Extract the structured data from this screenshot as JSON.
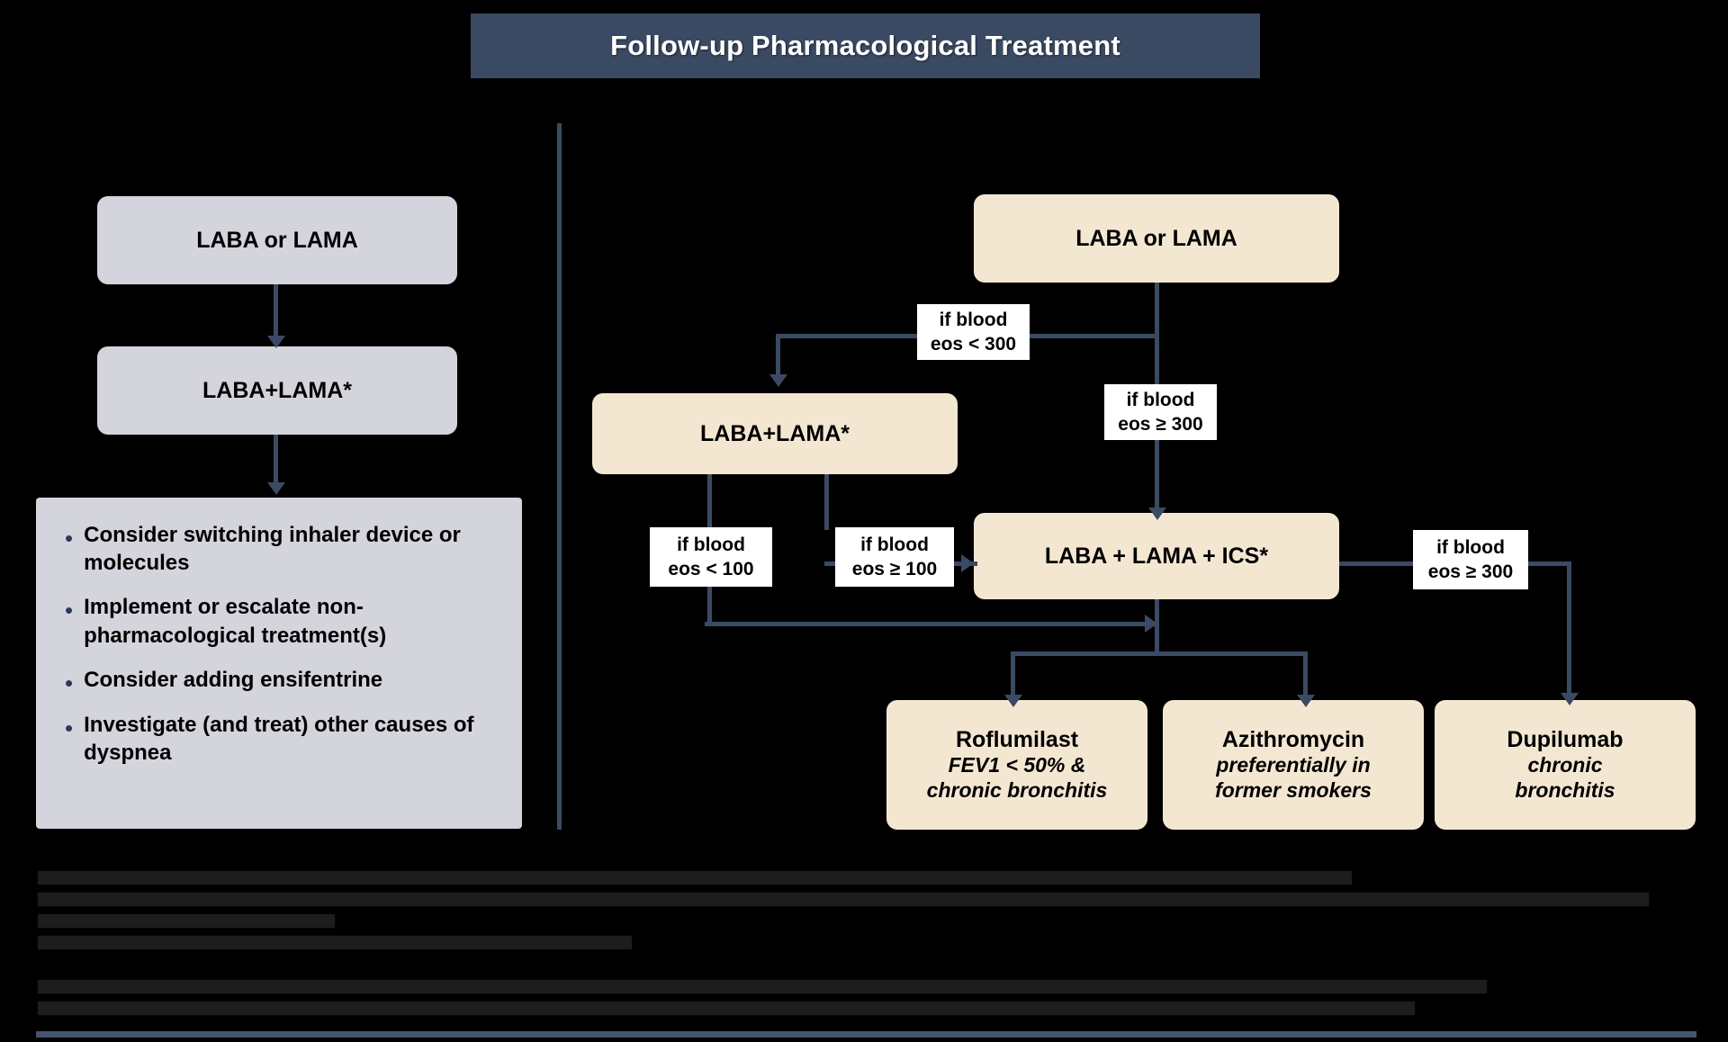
{
  "header": {
    "title": "Follow-up Pharmacological Treatment",
    "bar_color": "#3b4a63"
  },
  "colors": {
    "gray_box": "#d3d4dc",
    "cream_box": "#f4e7d2",
    "connector": "#3b4a63",
    "bullet": "#2b3a5c",
    "background": "#000000",
    "label_bg": "#ffffff"
  },
  "left_pathway": {
    "name": "dyspnea-pathway",
    "step1": {
      "label": "LABA or LAMA"
    },
    "step2": {
      "label": "LABA+LAMA*"
    },
    "recommendations": [
      "Consider switching inhaler device or molecules",
      "Implement or escalate non-pharmacological treatment(s)",
      "Consider adding ensifentrine",
      "Investigate (and treat) other causes of dyspnea"
    ]
  },
  "right_pathway": {
    "name": "exacerbations-pathway",
    "step1": {
      "label": "LABA or LAMA"
    },
    "step_dual": {
      "label": "LABA+LAMA*"
    },
    "step_triple": {
      "label": "LABA + LAMA + ICS*"
    },
    "conditions": {
      "eos_lt_300": {
        "line1": "if blood",
        "line2": "eos < 300"
      },
      "eos_gte_300_top": {
        "line1": "if blood",
        "line2": "eos ≥ 300"
      },
      "eos_lt_100": {
        "line1": "if blood",
        "line2": "eos < 100"
      },
      "eos_gte_100": {
        "line1": "if blood",
        "line2": "eos ≥ 100"
      },
      "eos_gte_300_right": {
        "line1": "if blood",
        "line2": "eos ≥ 300"
      }
    },
    "outcomes": [
      {
        "name": "roflumilast",
        "title": "Roflumilast",
        "sub_line1": "FEV1 < 50% &",
        "sub_line2": "chronic bronchitis"
      },
      {
        "name": "azithromycin",
        "title": "Azithromycin",
        "sub_line1": "preferentially in",
        "sub_line2": "former smokers"
      },
      {
        "name": "dupilumab",
        "title": "Dupilumab",
        "sub_line1": "chronic",
        "sub_line2": "bronchitis"
      }
    ]
  },
  "footnotes": {
    "note": "Footnote text is rendered illegibly (dark on dark) in the source image.",
    "block_a_widths": [
      1460,
      1790,
      330,
      660
    ],
    "block_b_widths": [
      1610,
      1530
    ]
  }
}
